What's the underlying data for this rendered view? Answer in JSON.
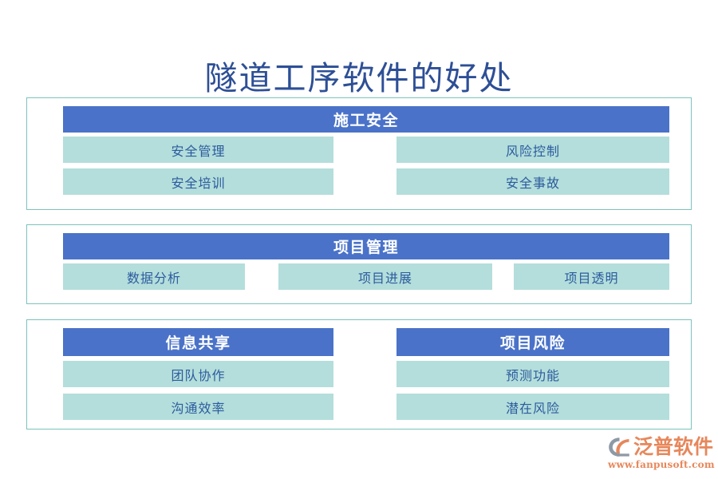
{
  "title": "隧道工序软件的好处",
  "colors": {
    "title_text": "#2d4f96",
    "band_bg": "#4a72c8",
    "band_text": "#ffffff",
    "chip_bg": "#b3dedb",
    "chip_text": "#2d5b9e",
    "panel_border": "#7cc4bb",
    "logo_orange": "#e7875b",
    "logo_mark_gray": "#8e99a6",
    "page_bg": "#ffffff"
  },
  "panels": [
    {
      "layout": "two-column",
      "header": "施工安全",
      "items": [
        {
          "label": "安全管理"
        },
        {
          "label": "风险控制"
        },
        {
          "label": "安全培训"
        },
        {
          "label": "安全事故"
        }
      ]
    },
    {
      "layout": "three-column",
      "header": "项目管理",
      "items": [
        {
          "label": "数据分析"
        },
        {
          "label": "项目进展"
        },
        {
          "label": "项目透明"
        }
      ]
    },
    {
      "layout": "split-two-groups",
      "groups": [
        {
          "header": "信息共享",
          "items": [
            {
              "label": "团队协作"
            },
            {
              "label": "沟通效率"
            }
          ]
        },
        {
          "header": "项目风险",
          "items": [
            {
              "label": "预测功能"
            },
            {
              "label": "潜在风险"
            }
          ]
        }
      ]
    }
  ],
  "logo": {
    "name": "泛普软件",
    "url": "www.fanpusoft.com"
  }
}
